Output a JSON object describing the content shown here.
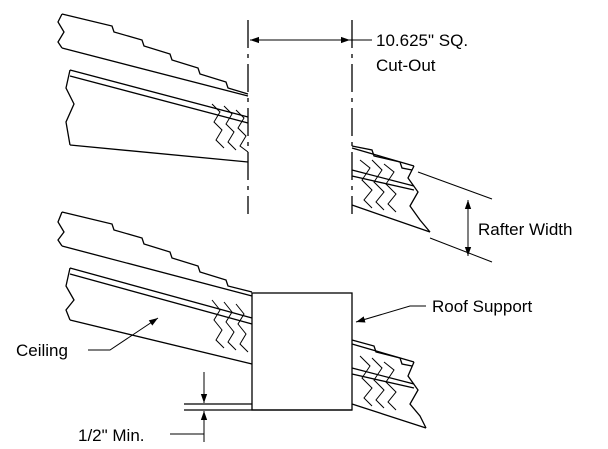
{
  "labels": {
    "cutout_dim": "10.625\" SQ.",
    "cutout_word": "Cut-Out",
    "rafter_width": "Rafter Width",
    "roof_support": "Roof Support",
    "ceiling": "Ceiling",
    "half_inch_min": "1/2\" Min."
  },
  "colors": {
    "line": "#000000",
    "background": "#ffffff"
  }
}
